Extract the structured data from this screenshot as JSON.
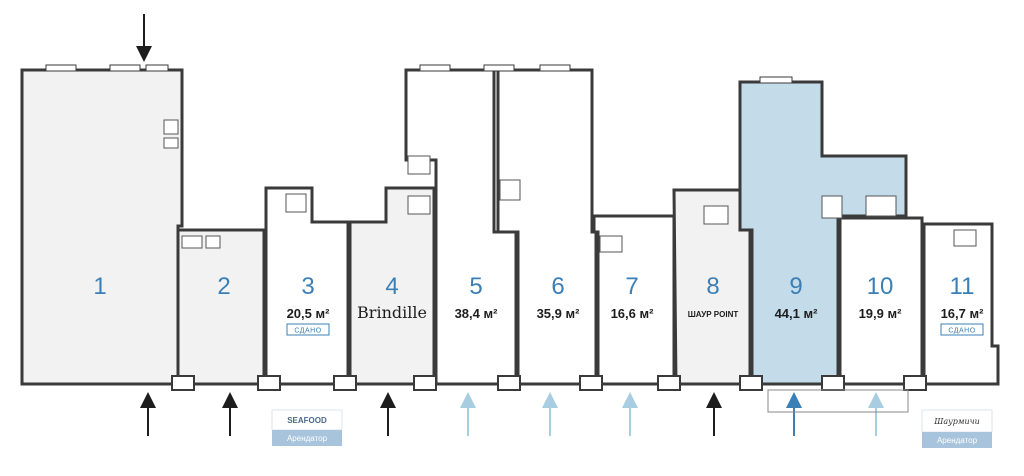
{
  "units": [
    {
      "number": "1",
      "area": "",
      "brand": ""
    },
    {
      "number": "2",
      "area": "",
      "brand": ""
    },
    {
      "number": "3",
      "area": "20,5 м²",
      "brand": "",
      "badge": "СДАНО"
    },
    {
      "number": "4",
      "area": "",
      "brand": "Brindille"
    },
    {
      "number": "5",
      "area": "38,4 м²",
      "brand": ""
    },
    {
      "number": "6",
      "area": "35,9 м²",
      "brand": ""
    },
    {
      "number": "7",
      "area": "16,6 м²",
      "brand": ""
    },
    {
      "number": "8",
      "area": "",
      "brand": "ШАУР POINT"
    },
    {
      "number": "9",
      "area": "44,1 м²",
      "brand": "",
      "highlighted": true
    },
    {
      "number": "10",
      "area": "19,9 м²",
      "brand": ""
    },
    {
      "number": "11",
      "area": "16,7 м²",
      "brand": "",
      "badge": "СДАНО"
    }
  ],
  "tenants": [
    {
      "logo": "SEAFOOD",
      "label": "Арендатор"
    },
    {
      "logo": "Шаурмичи",
      "label": "Арендатор"
    }
  ],
  "colors": {
    "wall": "#3a3a3a",
    "room_fill": "#f2f2f2",
    "highlight_fill": "#c4dbea",
    "accent": "#3a7fb5",
    "arrow_light": "#a8cde0",
    "arrow_dark": "#1d1d1d",
    "tenant_bg": "#a7c4dc"
  }
}
